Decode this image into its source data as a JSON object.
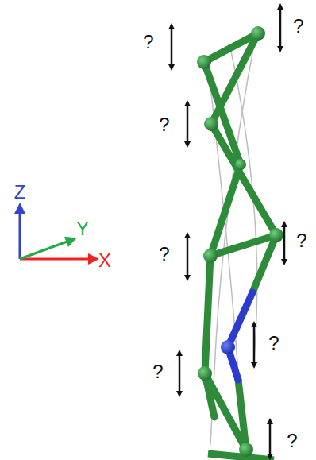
{
  "diagram": {
    "labels": [
      "Z",
      "Y",
      "X",
      "?",
      "?",
      "?",
      "?",
      "?",
      "?",
      "?",
      "?"
    ]
  }
}
